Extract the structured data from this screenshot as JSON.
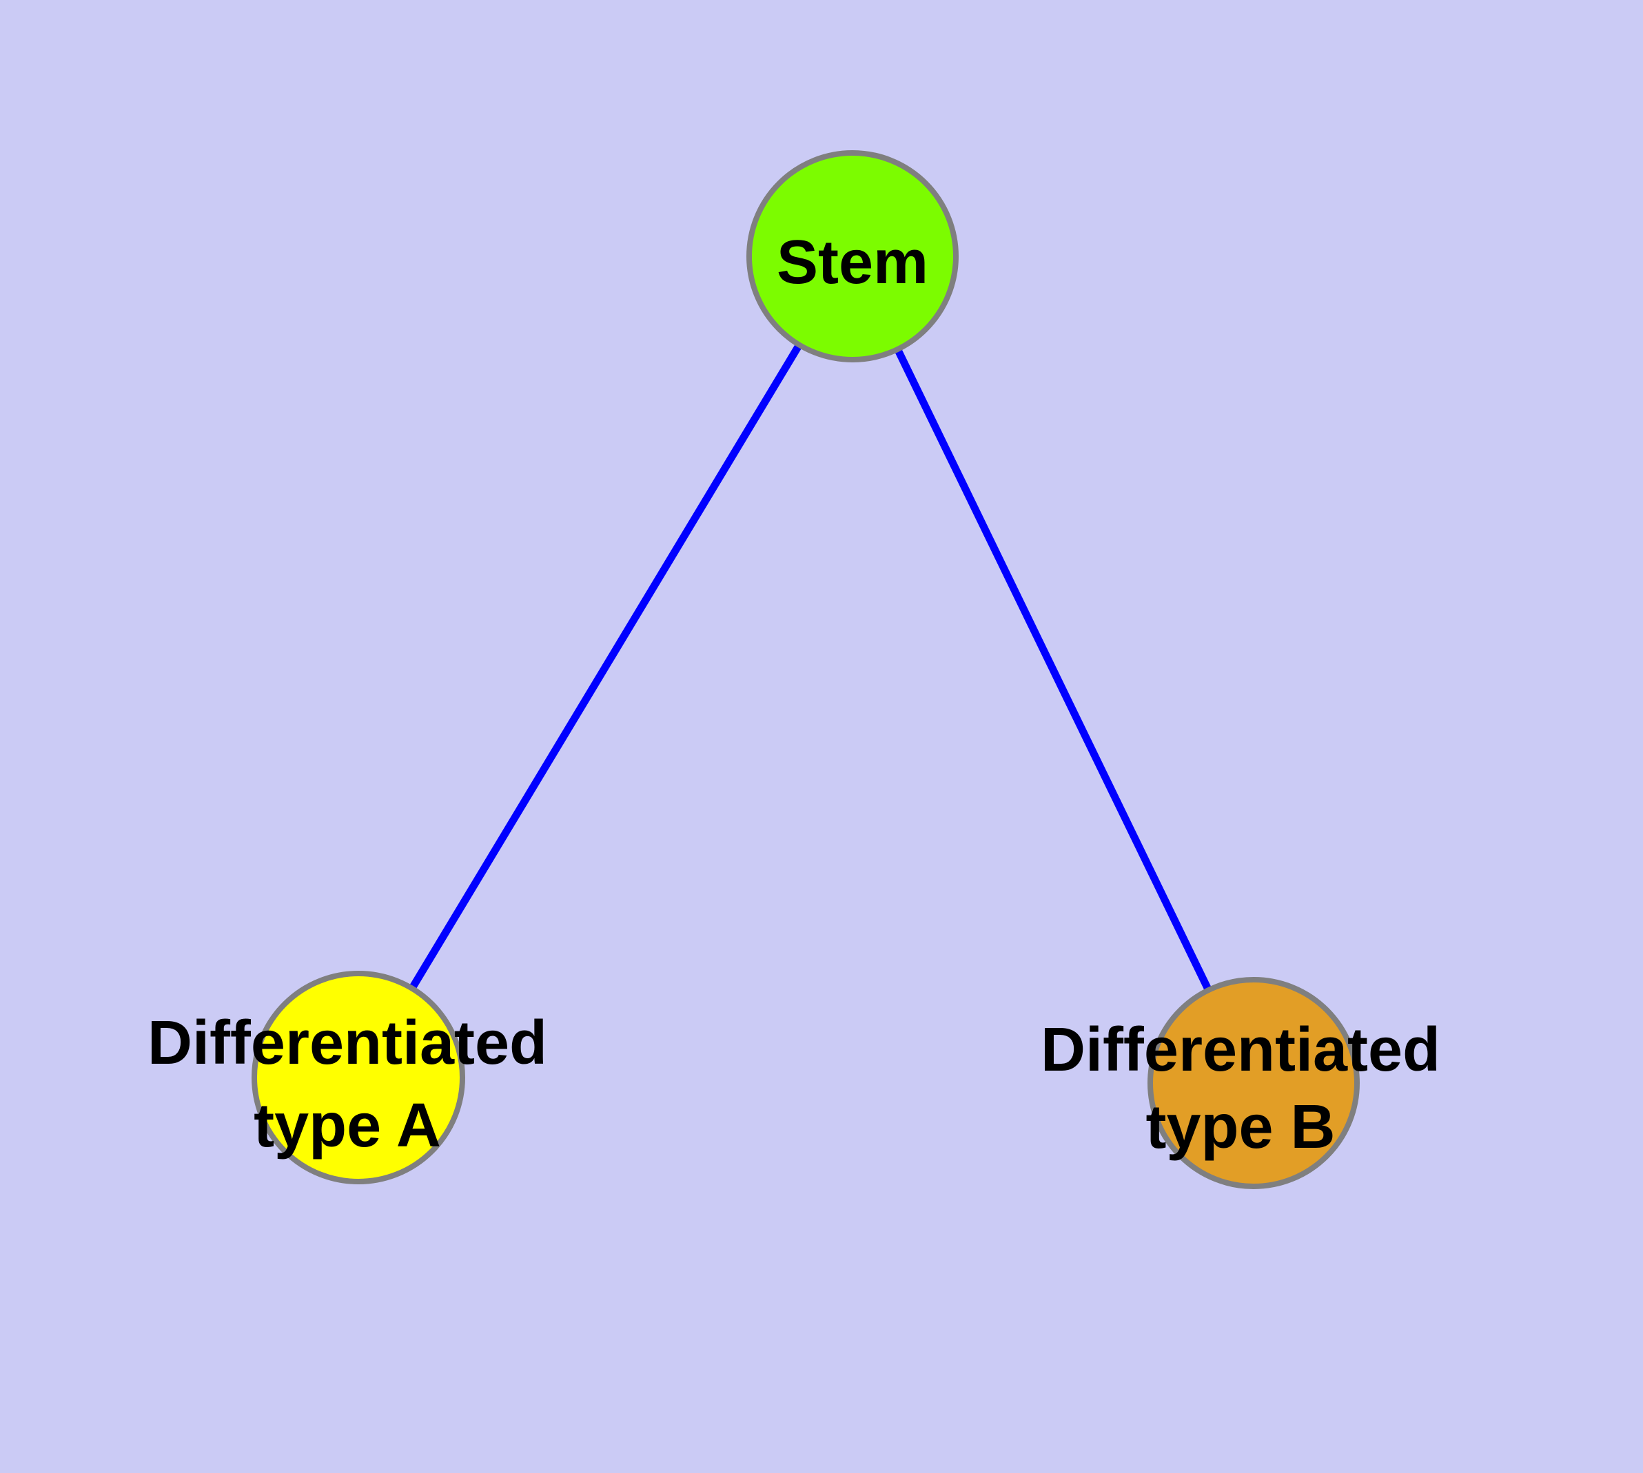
{
  "diagram": {
    "background_color": "#cbcbf5",
    "edge_color": "#0000ff",
    "node_border_color": "#7f7f7f",
    "label_color": "#000000",
    "nodes": [
      {
        "id": "stem",
        "label": "Stem",
        "fill": "#7cfc00"
      },
      {
        "id": "differentiated-type-a",
        "label_line1": "Differentiated",
        "label_line2": "type A",
        "fill": "#ffff00"
      },
      {
        "id": "differentiated-type-b",
        "label_line1": "Differentiated",
        "label_line2": "type B",
        "fill": "#e29e26"
      }
    ],
    "edges": [
      {
        "from": "Stem",
        "to": "Differentiated type A"
      },
      {
        "from": "Stem",
        "to": "Differentiated type B"
      }
    ]
  }
}
